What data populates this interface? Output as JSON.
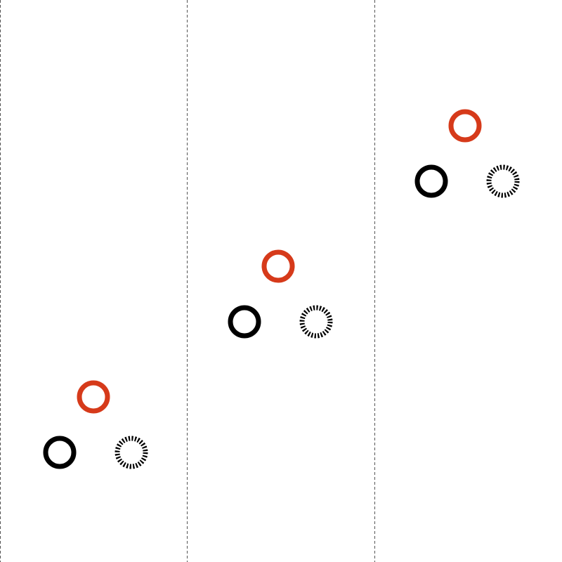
{
  "colors": {
    "background": "#ffffff",
    "accent": "#d63a1a",
    "ink": "#000000",
    "divider": "#555555"
  },
  "panels": [
    {
      "name": "left-panel",
      "markers": [
        "red-ring",
        "black-ring",
        "dashed-ring"
      ]
    },
    {
      "name": "middle-panel",
      "markers": [
        "red-ring",
        "black-ring",
        "dashed-ring"
      ]
    },
    {
      "name": "right-panel",
      "markers": [
        "red-ring",
        "black-ring",
        "dashed-ring"
      ]
    }
  ]
}
